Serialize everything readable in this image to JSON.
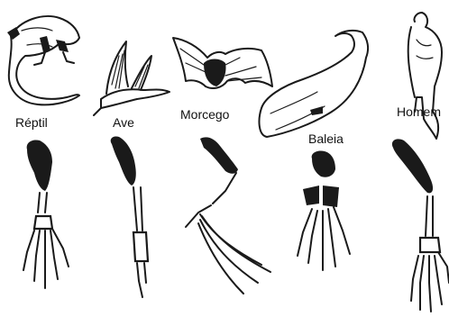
{
  "labels": {
    "reptile": "Réptil",
    "bird": "Ave",
    "bat": "Morcego",
    "whale": "Baleia",
    "human": "Homem"
  },
  "colors": {
    "ink": "#1a1a1a",
    "background": "#ffffff"
  },
  "icons": [
    "lizard-illustration",
    "seagull-illustration",
    "bat-illustration",
    "whale-illustration",
    "human-illustration"
  ]
}
